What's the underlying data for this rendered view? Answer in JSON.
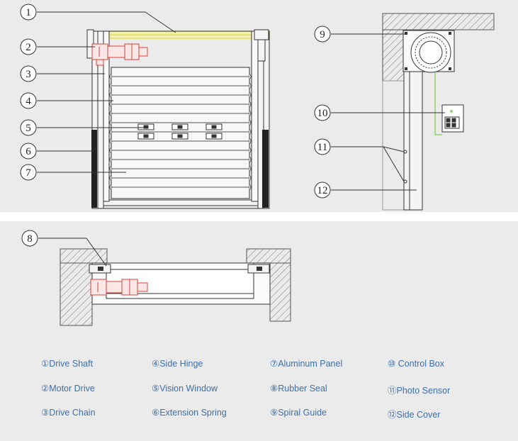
{
  "callouts": [
    "1",
    "2",
    "3",
    "4",
    "5",
    "6",
    "7",
    "8",
    "9",
    "10",
    "11",
    "12"
  ],
  "legend": [
    {
      "marker": "①",
      "label": "Drive Shaft"
    },
    {
      "marker": "②",
      "label": "Motor Drive"
    },
    {
      "marker": "③",
      "label": "Drive Chain"
    },
    {
      "marker": "④",
      "label": "Side Hinge"
    },
    {
      "marker": "⑤",
      "label": "Vision Window"
    },
    {
      "marker": "⑥",
      "label": "Extension Spring"
    },
    {
      "marker": "⑦",
      "label": "Aluminum Panel"
    },
    {
      "marker": "⑧",
      "label": "Rubber Seal"
    },
    {
      "marker": "⑨",
      "label": "Spiral Guide"
    },
    {
      "marker": "⑩",
      "label": " Control Box"
    },
    {
      "marker": "⑪",
      "label": "Photo Sensor"
    },
    {
      "marker": "⑫",
      "label": "Side Cover"
    }
  ],
  "colors": {
    "legend_text": "#3d6fa8",
    "motor": "#e0413a",
    "drive_shaft": "#e8e060",
    "sensor_wire": "#8fd16b",
    "line": "#333333",
    "panel_bg": "#ebebeb"
  }
}
